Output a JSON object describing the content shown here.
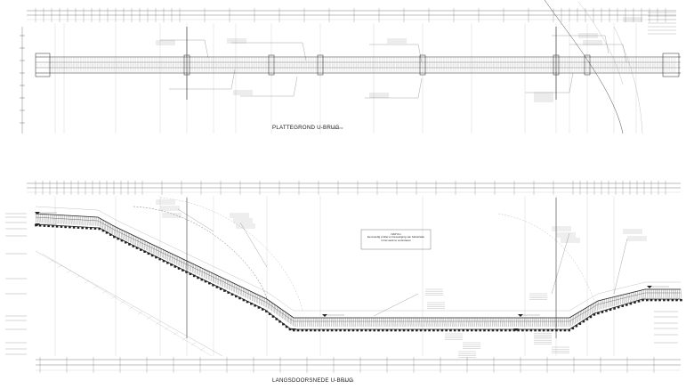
{
  "drawing": {
    "plan": {
      "title": "PLATTEGROND U-BRUG",
      "scale_note": "schaal 1:50"
    },
    "section": {
      "title": "LANGSDOORSNEDE U-BRUG",
      "scale_note": "schaal 1:50"
    },
    "callout": {
      "line1": "NAP 0m",
      "line2": "Eenvoudig profiel en bevestiging van balustrade",
      "line3": "in het werk te controleren"
    },
    "colors": {
      "line": "#222222",
      "light_line": "#9a9a9a",
      "hatch": "#3a3a3a",
      "paper": "#ffffff"
    }
  }
}
